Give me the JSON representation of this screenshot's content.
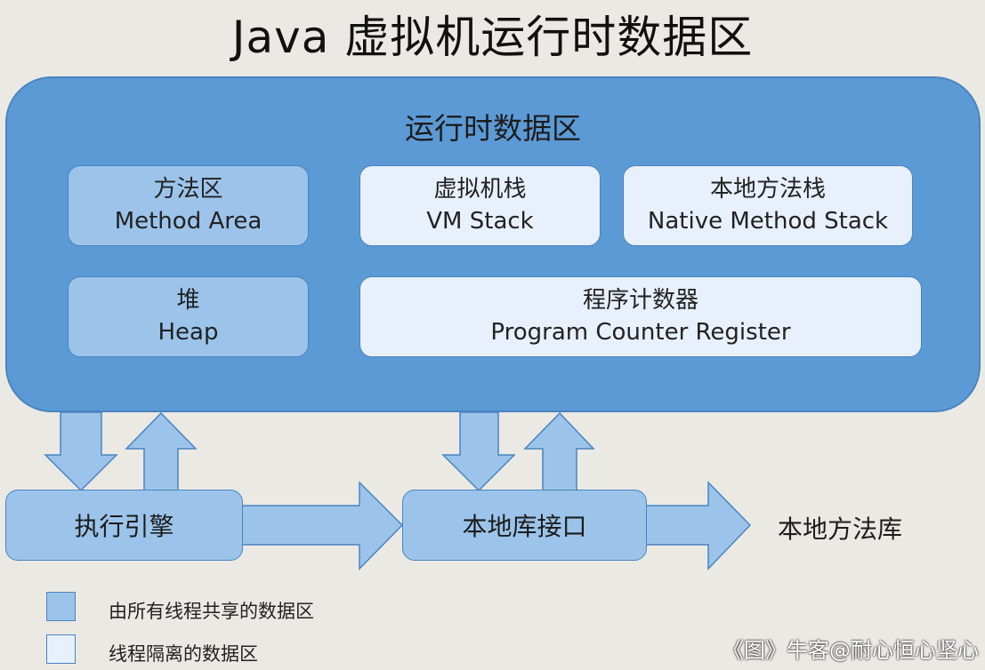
{
  "title": "Java 虚拟机运行时数据区",
  "runtime_area": {
    "title": "运行时数据区",
    "method_area": {
      "cn": "方法区",
      "en": "Method Area",
      "type": "shared"
    },
    "vm_stack": {
      "cn": "虚拟机栈",
      "en": "VM Stack",
      "type": "isolated"
    },
    "native_method_stack": {
      "cn": "本地方法栈",
      "en": "Native Method Stack",
      "type": "isolated"
    },
    "heap": {
      "cn": "堆",
      "en": "Heap",
      "type": "shared"
    },
    "program_counter": {
      "cn": "程序计数器",
      "en": "Program Counter Register",
      "type": "isolated"
    }
  },
  "execution_engine": "执行引擎",
  "native_interface": "本地库接口",
  "native_library": "本地方法库",
  "legend": {
    "shared": "由所有线程共享的数据区",
    "isolated": "线程隔离的数据区"
  },
  "watermark": "《图》牛客@耐心恒心坚心",
  "colors": {
    "runtime_area": "#5c9ad6",
    "shared": "#9cc4ea",
    "isolated": "#e7f0fb",
    "background": "#ebe9e4"
  }
}
